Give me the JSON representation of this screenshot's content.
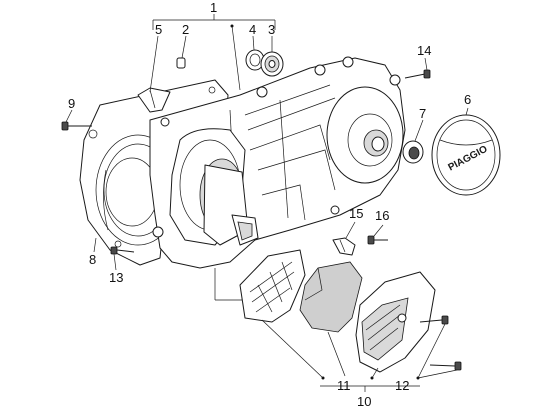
{
  "callouts": {
    "c1": "1",
    "c2": "2",
    "c3": "3",
    "c4": "4",
    "c5": "5",
    "c6": "6",
    "c7": "7",
    "c8": "8",
    "c9": "9",
    "c10": "10",
    "c11": "11",
    "c12": "12",
    "c13": "13",
    "c14": "14",
    "c15": "15",
    "c16": "16"
  },
  "cover_brand": "PIAGGIO"
}
